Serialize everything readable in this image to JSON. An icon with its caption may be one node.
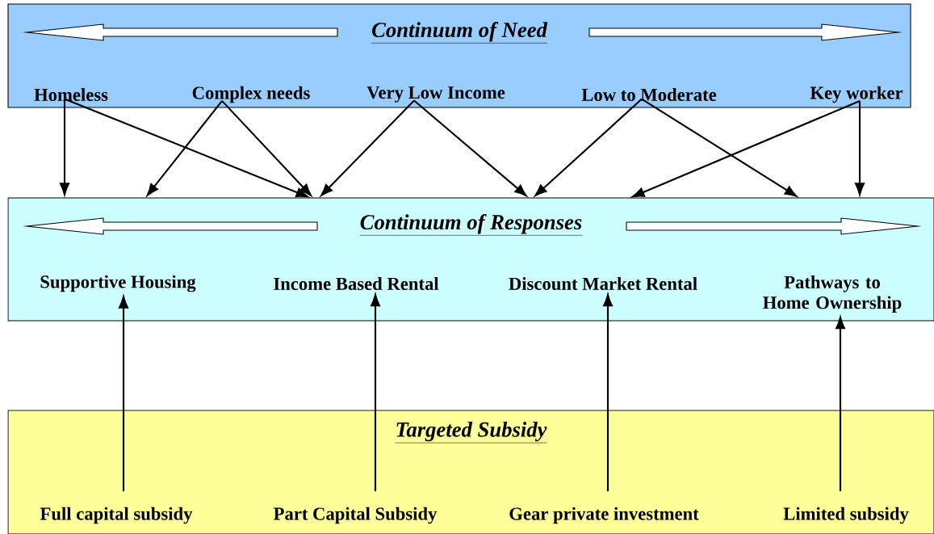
{
  "diagram": {
    "nodes": [
      {
        "text": [
          "Continuum of Need"
        ]
      },
      {
        "text": [
          "Homeless"
        ],
        "in": 0
      },
      {
        "text": [
          "Complex needs"
        ],
        "in": 0
      },
      {
        "text": [
          "Very Low Income"
        ],
        "in": 0
      },
      {
        "text": [
          "Low to Moderate"
        ],
        "in": 0
      },
      {
        "text": [
          "Key worker"
        ],
        "in": 0
      },
      {
        "text": [
          "Continuum of Responses"
        ]
      },
      {
        "text": [
          "Supportive Housing"
        ],
        "in": 6
      },
      {
        "text": [
          "Income Based Rental"
        ],
        "in": 6
      },
      {
        "text": [
          "Discount Market Rental"
        ],
        "in": 6
      },
      {
        "text": [
          "Pathways to Home Ownership"
        ],
        "in": 6
      },
      {
        "text": [
          "Targeted Subsidy"
        ]
      },
      {
        "text": [
          "Full capital subsidy"
        ],
        "in": 11
      },
      {
        "text": [
          "Part Capital Subsidy"
        ],
        "in": 11
      },
      {
        "text": [
          "Gear private investment"
        ],
        "in": 11
      },
      {
        "text": [
          "Limited subsidy"
        ],
        "in": 11
      }
    ],
    "edges": [
      {
        "from": 1,
        "to": 6,
        "arrow": "to"
      },
      {
        "from": 1,
        "to": 6,
        "arrow": "to"
      },
      {
        "from": 2,
        "to": 6,
        "arrow": "to"
      },
      {
        "from": 2,
        "to": 6,
        "arrow": "to"
      },
      {
        "from": 3,
        "to": 6,
        "arrow": "to"
      },
      {
        "from": 3,
        "to": 6,
        "arrow": "to"
      },
      {
        "from": 4,
        "to": 6,
        "arrow": "to"
      },
      {
        "from": 4,
        "to": 6,
        "arrow": "to"
      },
      {
        "from": 5,
        "to": 6,
        "arrow": "to"
      },
      {
        "from": 5,
        "to": 6,
        "arrow": "to"
      },
      {
        "from": 12,
        "to": 7,
        "arrow": "to"
      },
      {
        "from": 13,
        "to": 8,
        "arrow": "to"
      },
      {
        "from": 14,
        "to": 9,
        "arrow": "to"
      },
      {
        "from": 15,
        "to": 10,
        "arrow": "to"
      }
    ]
  }
}
